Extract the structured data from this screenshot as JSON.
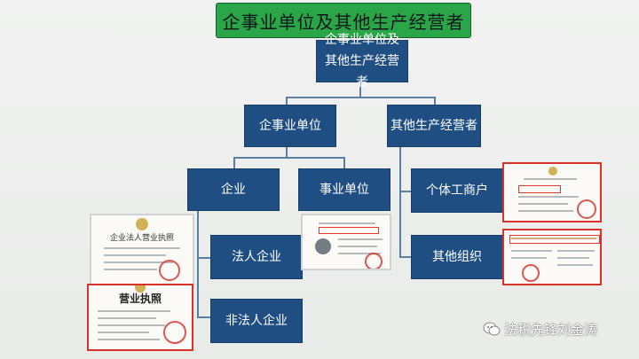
{
  "title": "企事业单位及其他生产经营者",
  "nodes": {
    "root": "企事业单位及其他生产经营者",
    "enterprise_unit": "企事业单位",
    "other_operators": "其他生产经营者",
    "enterprise": "企业",
    "public_institution": "事业单位",
    "individual_business": "个体工商户",
    "legal_person_enterprise": "法人企业",
    "other_organization": "其他组织",
    "non_legal_person_enterprise": "非法人企业"
  },
  "certificates": {
    "legal_person_license_title": "企业法人营业执照",
    "business_license_title": "营业执照"
  },
  "watermark": "法税先锋刘金涛"
}
